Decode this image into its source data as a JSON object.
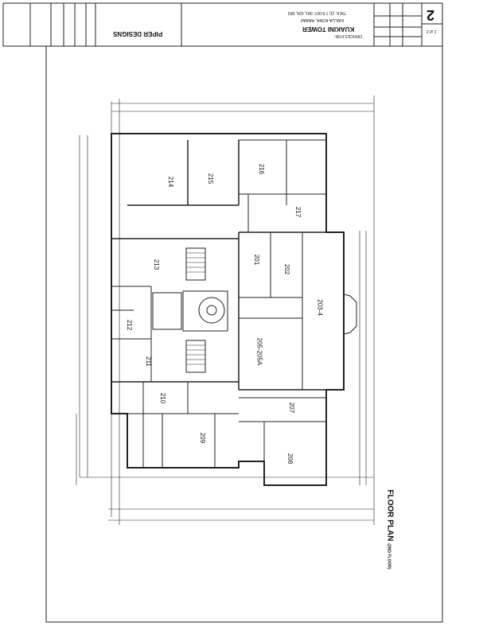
{
  "title_block": {
    "company": "PIPER DESIGNS",
    "offices_for": "OFFICES FOR:",
    "project": "KUAKINI TOWER",
    "location": "KAILUA-KONA, HAWAII",
    "tmk": "TM.K. (3) 7-5-007: 081, 026, 083",
    "sheet_number": "2",
    "sheet_of": "1 of 2"
  },
  "drawing": {
    "title": "FLOOR PLAN",
    "subtitle": "(2ND FLOOR)",
    "rooms": [
      "201",
      "202",
      "203-4",
      "205-205A",
      "207",
      "208",
      "209",
      "210",
      "211",
      "212",
      "213",
      "214",
      "215",
      "216",
      "217"
    ]
  }
}
